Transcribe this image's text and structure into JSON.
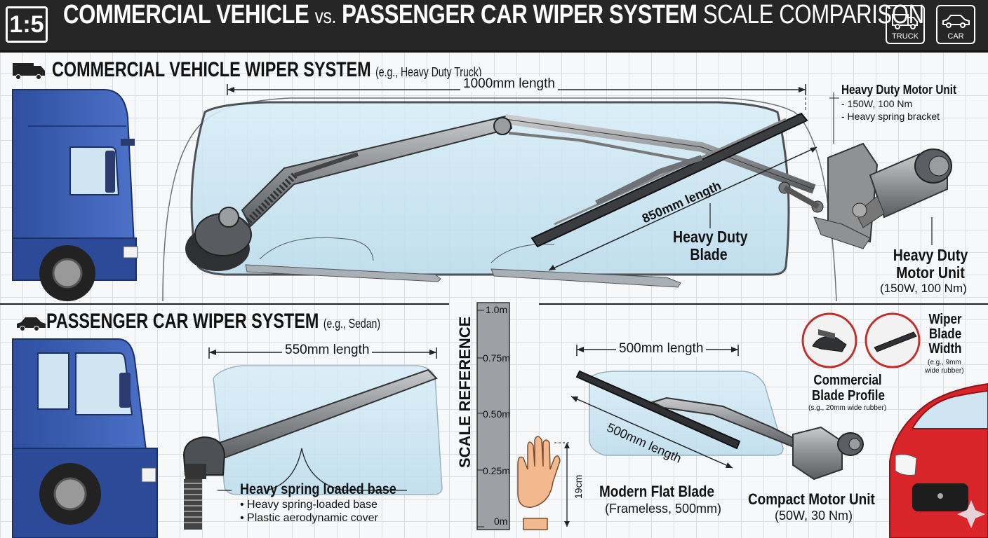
{
  "header": {
    "scale_badge": "1:5",
    "title_part1": "COMMERCIAL VEHICLE",
    "title_vs": "vs.",
    "title_part2": "PASSENGER CAR WIPER SYSTEM",
    "title_part3": "SCALE COMPARISON",
    "truck_icon_label": "TRUCK",
    "car_icon_label": "CAR"
  },
  "commercial": {
    "title": "COMMERCIAL VEHICLE WIPER SYSTEM",
    "example": "(e.g., Heavy Duty Truck)",
    "arm_length": "1000mm length",
    "blade_length": "850mm length",
    "motor_callout_title": "Heavy Duty Motor Unit",
    "motor_callout_spec1": "- 150W, 100 Nm",
    "motor_callout_spec2": "- Heavy spring bracket",
    "blade_label_line1": "Heavy Duty",
    "blade_label_line2": "Blade",
    "motor_label_line1": "Heavy Duty",
    "motor_label_line2": "Motor Unit",
    "motor_label_spec": "(150W, 100 Nm)"
  },
  "passenger": {
    "title": "PASSENGER CAR WIPER SYSTEM",
    "example": "(e.g., Sedan)",
    "arm_length": "550mm length",
    "base_label": "Heavy spring loaded base",
    "base_bullet1": "• Heavy spring-loaded base",
    "base_bullet2": "• Plastic aerodynamic cover",
    "flat_arm_length": "500mm length",
    "flat_blade_length": "500mm length",
    "flat_blade_label": "Modern Flat Blade",
    "flat_blade_spec": "(Frameless, 500mm)",
    "motor_label": "Compact Motor Unit",
    "motor_spec": "(50W, 30 Nm)"
  },
  "scale_reference": {
    "title": "SCALE REFERENCE",
    "ticks": [
      "1.0m",
      "0.75m",
      "0.50m",
      "0.25m",
      "0m"
    ],
    "hand_height": "19cm"
  },
  "profiles": {
    "commercial_line1": "Commercial",
    "commercial_line2": "Blade Profile",
    "commercial_spec": "(s.g., 20mm wide rubber)",
    "width_line1": "Wiper",
    "width_line2": "Blade",
    "width_line3": "Width",
    "width_spec1": "(e.g., 9mm",
    "width_spec2": "wide rubber)"
  },
  "colors": {
    "truck_blue": "#3f63b8",
    "car_red": "#d9242a",
    "glass": "#cfe7f3",
    "metal": "#8a8d90",
    "accent_ring": "#c0302b",
    "header_bg": "#262626"
  }
}
